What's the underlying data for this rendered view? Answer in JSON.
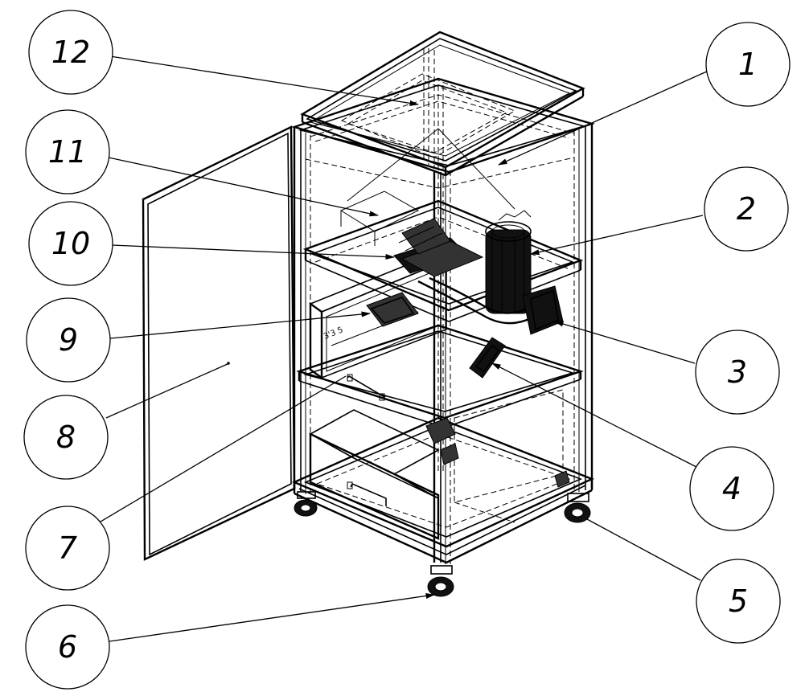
{
  "callouts": [
    {
      "id": "1",
      "label": "1"
    },
    {
      "id": "2",
      "label": "2"
    },
    {
      "id": "3",
      "label": "3"
    },
    {
      "id": "4",
      "label": "4"
    },
    {
      "id": "5",
      "label": "5"
    },
    {
      "id": "6",
      "label": "6"
    },
    {
      "id": "7",
      "label": "7"
    },
    {
      "id": "8",
      "label": "8"
    },
    {
      "id": "9",
      "label": "9"
    },
    {
      "id": "10",
      "label": "10"
    },
    {
      "id": "11",
      "label": "11"
    },
    {
      "id": "12",
      "label": "12"
    }
  ],
  "drawer_marking": "3'3 5"
}
